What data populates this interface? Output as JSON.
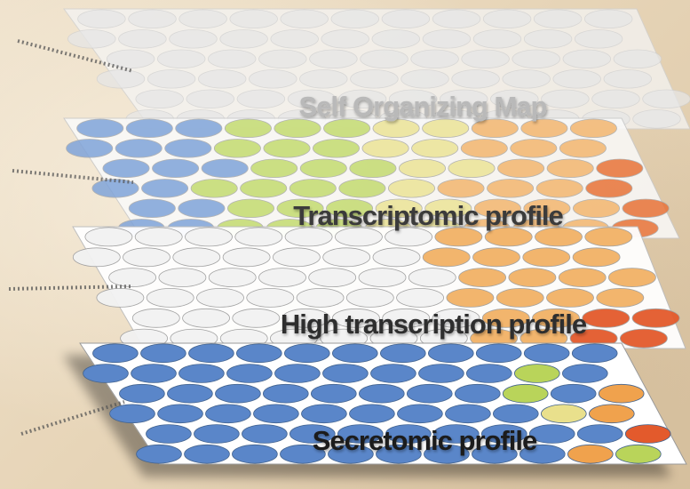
{
  "diagram": {
    "layers": [
      {
        "key": "som",
        "label": "Self Organizing Map",
        "label_color": "#b9b9b9",
        "style": "faded"
      },
      {
        "key": "transcriptomic",
        "label": "Transcriptomic profile",
        "label_color": "#3a3a3a",
        "style": "gradient"
      },
      {
        "key": "high_transcription",
        "label": "High transcription profile",
        "label_color": "#2e2e2e",
        "style": "partial"
      },
      {
        "key": "secretomic",
        "label": "Secretomic profile",
        "label_color": "#1a1a1a",
        "style": "blue"
      }
    ],
    "colors": {
      "cell_grey": "#e6e6e6",
      "cell_white": "#f2f2f2",
      "blue": "#5a86c9",
      "green": "#b9d45a",
      "yellow": "#e9e08c",
      "orange": "#f0a24d",
      "red": "#e35a2c",
      "connector": "#555555"
    }
  }
}
